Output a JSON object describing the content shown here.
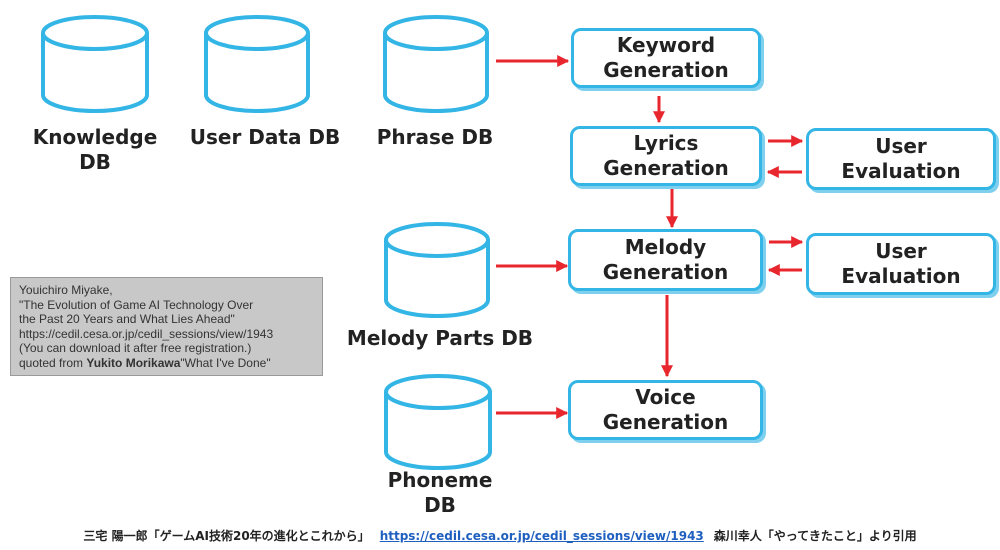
{
  "databases": {
    "knowledge": "Knowledge\nDB",
    "user_data": "User Data DB",
    "phrase": "Phrase DB",
    "melody_parts": "Melody Parts  DB",
    "phoneme": "Phoneme\nDB"
  },
  "processes": {
    "keyword": "Keyword\nGeneration",
    "lyrics": "Lyrics\nGeneration",
    "melody": "Melody\nGeneration",
    "voice": "Voice\nGeneration",
    "user_eval_1": "User\nEvaluation",
    "user_eval_2": "User\nEvaluation"
  },
  "note": {
    "line1": "Youichiro Miyake,",
    "line2": "\"The Evolution of Game AI Technology Over",
    "line3": "the Past 20 Years and What Lies Ahead\"",
    "line4": "https://cedil.cesa.or.jp/cedil_sessions/view/1943",
    "line5": "(You can download it after free registration.)",
    "line6_prefix": "quoted from ",
    "line6_name": "Yukito Morikawa",
    "line6_suffix": "\"What I've Done\""
  },
  "footer": {
    "prefix": "三宅 陽一郎「ゲームAI技術20年の進化とこれから」",
    "link": "https://cedil.cesa.or.jp/cedil_sessions/view/1943",
    "suffix": "森川幸人「やってきたこと」より引用"
  },
  "colors": {
    "arrow": "#e8262e",
    "box_border": "#33b5e5",
    "cylinder_stroke": "#33b5e5"
  }
}
